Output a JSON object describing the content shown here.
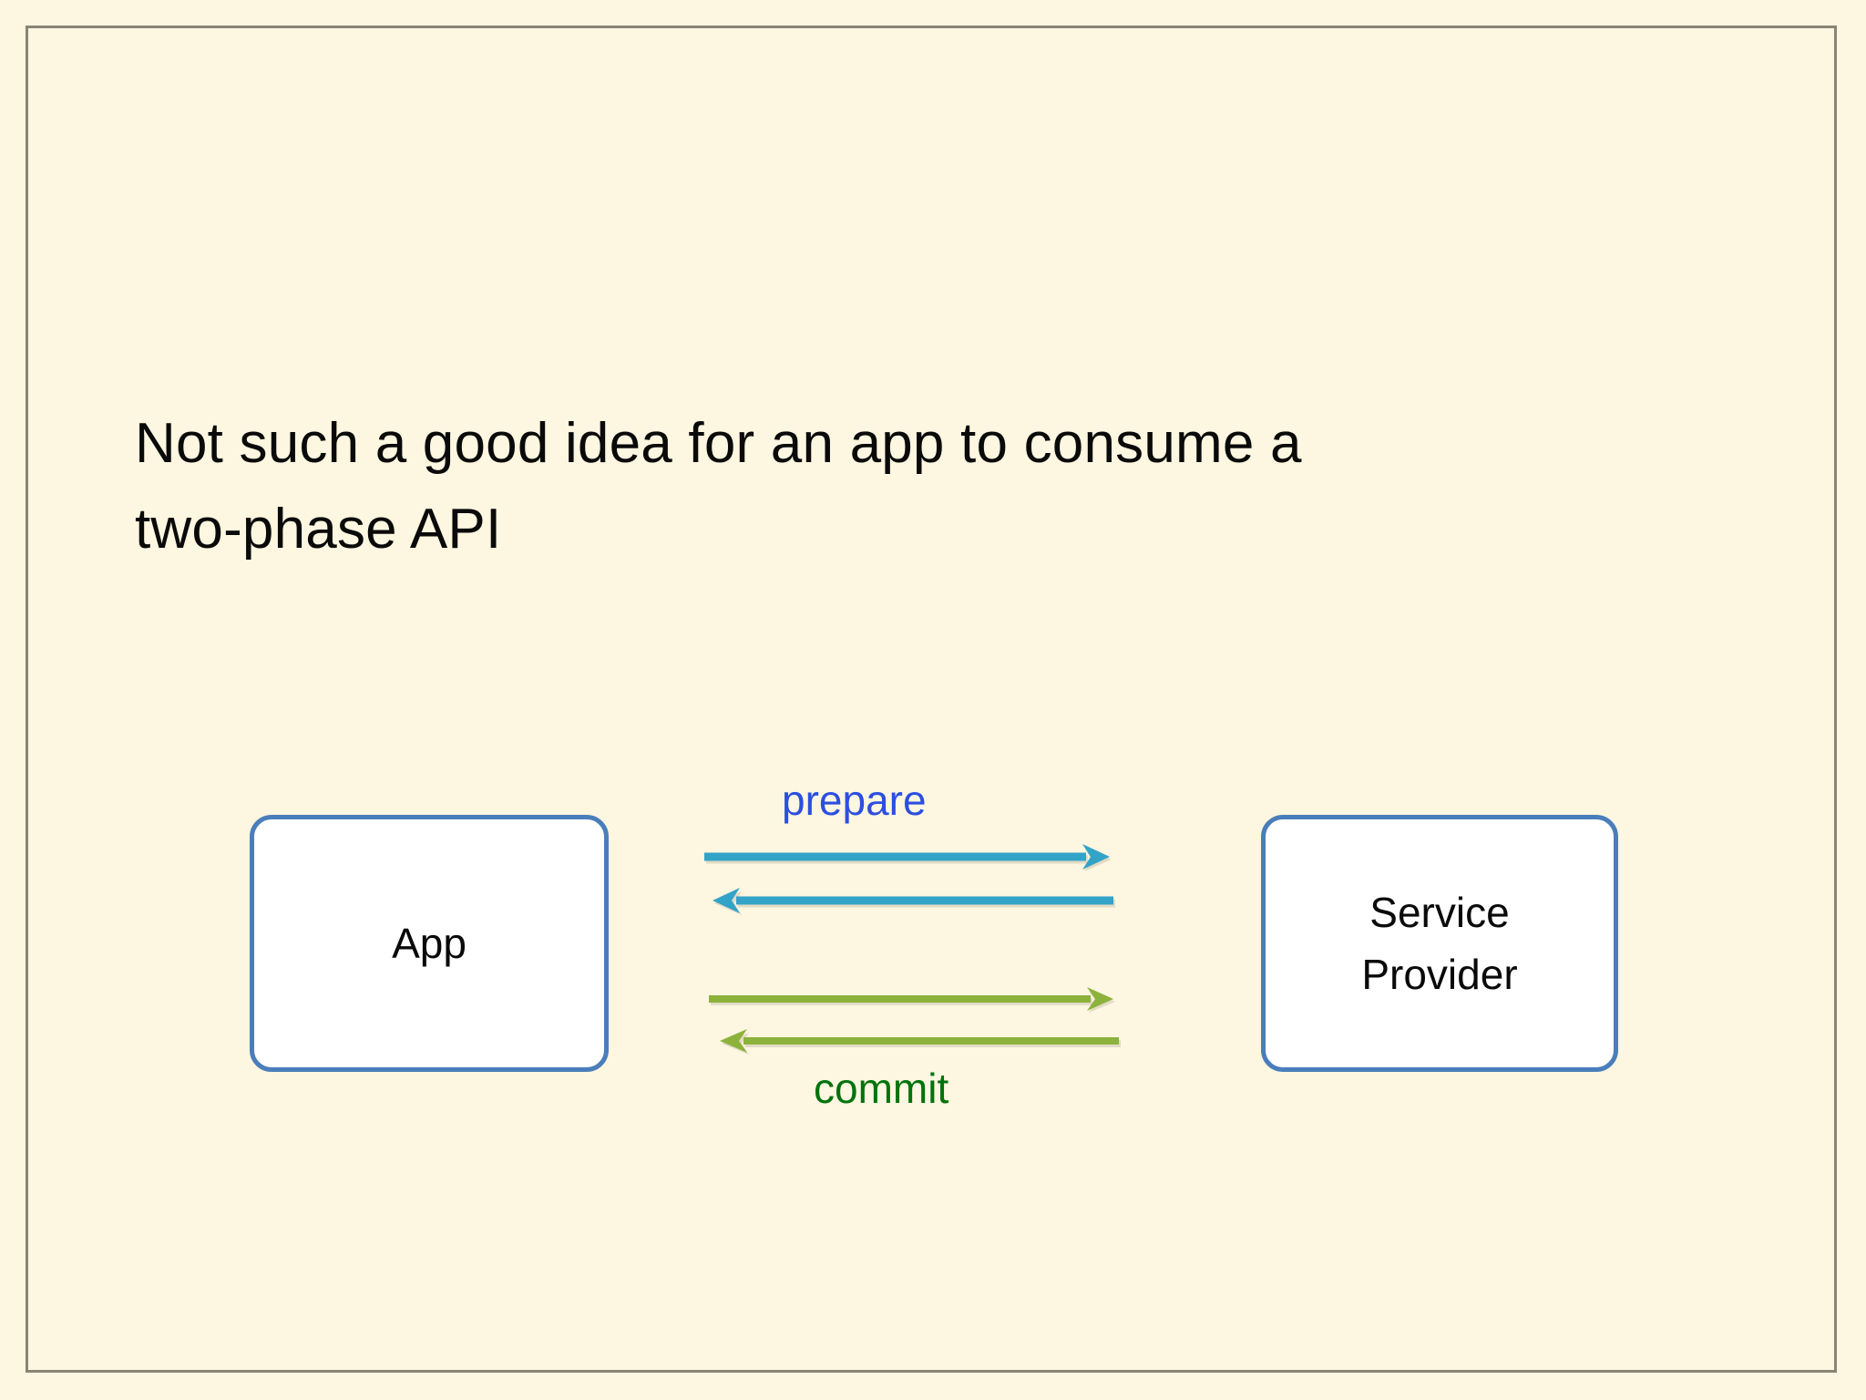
{
  "slide": {
    "background_color": "#fdf6e0",
    "frame_color": "#8c8376",
    "title": "Not such a good idea for an app to consume a\ntwo-phase API"
  },
  "diagram": {
    "type": "sequence",
    "nodes": [
      {
        "id": "app",
        "label": "App",
        "fill_color": "#ffffff",
        "border_color": "#4a7ebb"
      },
      {
        "id": "service-provider",
        "label": "Service\nProvider",
        "fill_color": "#ffffff",
        "border_color": "#4a7ebb"
      }
    ],
    "phases": [
      {
        "id": "prepare",
        "label": "prepare",
        "label_color": "#2c4fe0",
        "arrow_color": "#33a3c8"
      },
      {
        "id": "commit",
        "label": "commit",
        "label_color": "#00730d",
        "arrow_color": "#8cb23c"
      }
    ],
    "messages": [
      {
        "id": "prepare-request",
        "phase": "prepare",
        "from": "app",
        "to": "service-provider",
        "direction": "right",
        "color": "#33a3c8"
      },
      {
        "id": "prepare-response",
        "phase": "prepare",
        "from": "service-provider",
        "to": "app",
        "direction": "left",
        "color": "#33a3c8"
      },
      {
        "id": "commit-request",
        "phase": "commit",
        "from": "app",
        "to": "service-provider",
        "direction": "right",
        "color": "#8cb23c"
      },
      {
        "id": "commit-response",
        "phase": "commit",
        "from": "service-provider",
        "to": "app",
        "direction": "left",
        "color": "#8cb23c"
      }
    ]
  }
}
